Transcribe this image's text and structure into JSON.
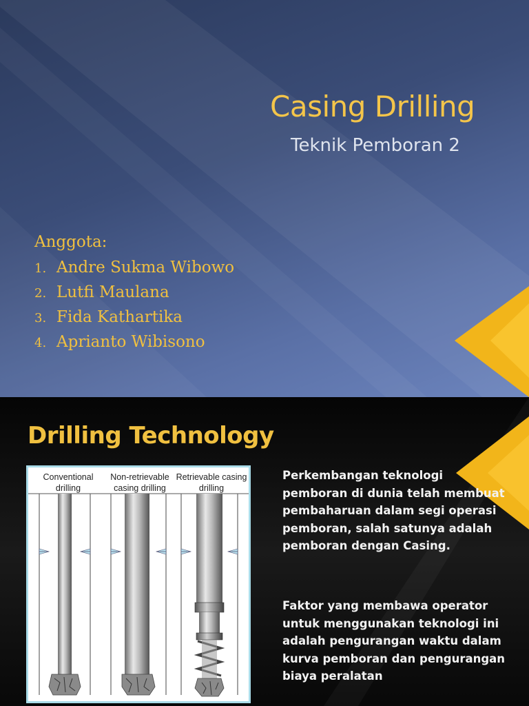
{
  "slide1": {
    "title": "Casing Drilling",
    "subtitle": "Teknik Pemboran 2",
    "members_label": "Anggota:",
    "members": [
      {
        "num": "1.",
        "name": "Andre Sukma Wibowo"
      },
      {
        "num": "2.",
        "name": "Lutfi Maulana"
      },
      {
        "num": "3.",
        "name": "Fida Kathartika"
      },
      {
        "num": "4.",
        "name": "Aprianto Wibisono"
      }
    ]
  },
  "slide2": {
    "title": "Drilling Technology",
    "figure": {
      "columns": [
        "Conventional drilling",
        "Non-retrievable casing drilling",
        "Retrievable casing drilling"
      ]
    },
    "paragraphs": [
      "Perkembangan teknologi pemboran di dunia telah membuat pembaharuan dalam segi operasi pemboran, salah satunya adalah pemboran dengan Casing.",
      "Faktor yang membawa operator untuk menggunakan teknologi ini adalah pengurangan waktu dalam kurva pemboran dan pengurangan biaya peralatan"
    ]
  },
  "colors": {
    "accent_gold": "#f0c040",
    "slide1_background": "#4a5f90",
    "slide2_background": "#111111"
  }
}
